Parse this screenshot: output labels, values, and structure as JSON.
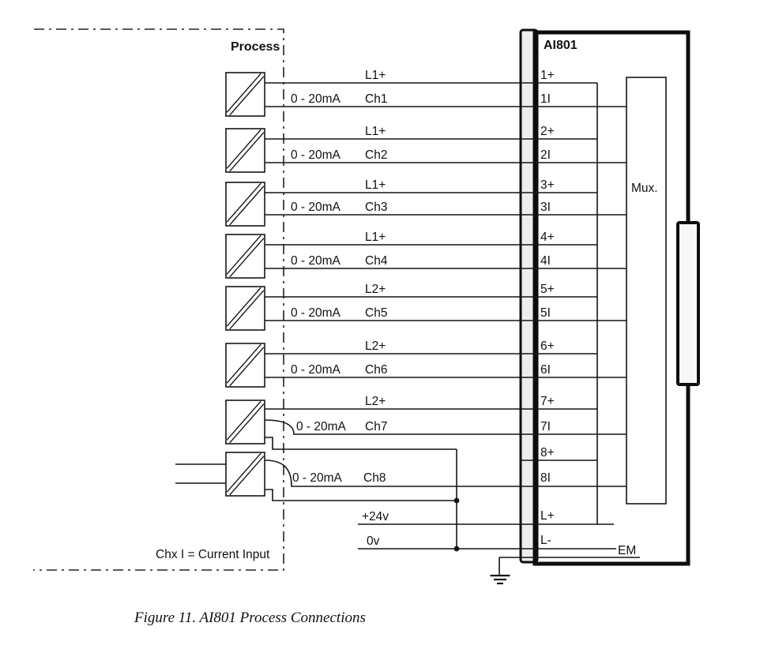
{
  "figure": {
    "process_label": "Process",
    "note": "Chx I = Current Input",
    "caption": "Figure 11. AI801 Process Connections"
  },
  "module": {
    "title": "AI801",
    "mux": "Mux."
  },
  "channels": [
    {
      "supply": "L1+",
      "range": "0 - 20mA",
      "name": "Ch1",
      "t_plus": "1+",
      "t_i": "1I"
    },
    {
      "supply": "L1+",
      "range": "0 - 20mA",
      "name": "Ch2",
      "t_plus": "2+",
      "t_i": "2I"
    },
    {
      "supply": "L1+",
      "range": "0 - 20mA",
      "name": "Ch3",
      "t_plus": "3+",
      "t_i": "3I"
    },
    {
      "supply": "L1+",
      "range": "0 - 20mA",
      "name": "Ch4",
      "t_plus": "4+",
      "t_i": "4I"
    },
    {
      "supply": "L2+",
      "range": "0 - 20mA",
      "name": "Ch5",
      "t_plus": "5+",
      "t_i": "5I"
    },
    {
      "supply": "L2+",
      "range": "0 - 20mA",
      "name": "Ch6",
      "t_plus": "6+",
      "t_i": "6I"
    },
    {
      "supply": "L2+",
      "range": "0 - 20mA",
      "name": "Ch7",
      "t_plus": "7+",
      "t_i": "7I"
    },
    {
      "supply": "",
      "range": "0 - 20mA",
      "name": "Ch8",
      "t_plus": "8+",
      "t_i": "8I"
    }
  ],
  "power": {
    "supply": "+24v",
    "zero": "0v",
    "l_plus": "L+",
    "l_minus": "L-",
    "earth": "EM"
  }
}
